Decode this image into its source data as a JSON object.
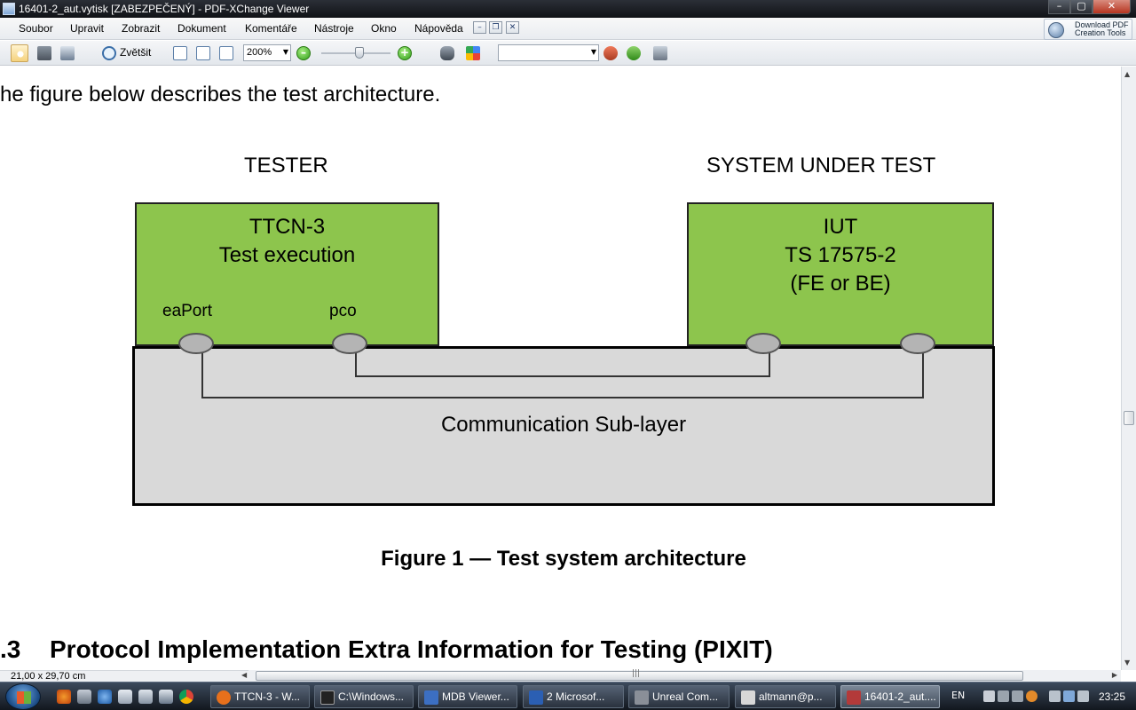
{
  "window": {
    "title": "16401-2_aut.vytisk [ZABEZPEČENÝ] - PDF-XChange Viewer",
    "min": "–",
    "max": "▢",
    "close": "✕"
  },
  "menu": {
    "items": [
      "Soubor",
      "Upravit",
      "Zobrazit",
      "Dokument",
      "Komentáře",
      "Nástroje",
      "Okno",
      "Nápověda"
    ],
    "mdi_min": "–",
    "mdi_restore": "❐",
    "mdi_close": "✕",
    "download_line1": "Download PDF",
    "download_line2": "Creation Tools"
  },
  "toolbar": {
    "zoom_in_label": "Zvětšit",
    "zoom_value": "200%",
    "zoom_out": "–",
    "zoom_plus": "+",
    "search_value": ""
  },
  "document": {
    "intro": "he figure below describes the test architecture.",
    "tester_heading": "TESTER",
    "sut_heading": "SYSTEM UNDER TEST",
    "tester_box_line1": "TTCN-3",
    "tester_box_line2": "Test execution",
    "port_ea": "eaPort",
    "port_pco": "pco",
    "iut_line1": "IUT",
    "iut_line2": "TS 17575-2",
    "iut_line3": "(FE or BE)",
    "sublayer": "Communication Sub-layer",
    "caption": "Figure 1 — Test system architecture",
    "section_num": ".3",
    "section_title": "Protocol Implementation Extra Information for Testing (PIXIT)"
  },
  "status": {
    "page_size": "21,00 x 29,70 cm"
  },
  "taskbar": {
    "tasks": [
      {
        "label": "TTCN-3 - W...",
        "color": "#e7701c"
      },
      {
        "label": "C:\\Windows...",
        "color": "#222222"
      },
      {
        "label": "MDB Viewer...",
        "color": "#3c6fc2"
      },
      {
        "label": "2 Microsof...",
        "color": "#2b5fb3"
      },
      {
        "label": "Unreal Com...",
        "color": "#8a8f98"
      },
      {
        "label": "altmann@p...",
        "color": "#d7d7d7"
      },
      {
        "label": "16401-2_aut....",
        "color": "#b33a3a"
      }
    ],
    "language": "EN",
    "clock": "23:25"
  }
}
